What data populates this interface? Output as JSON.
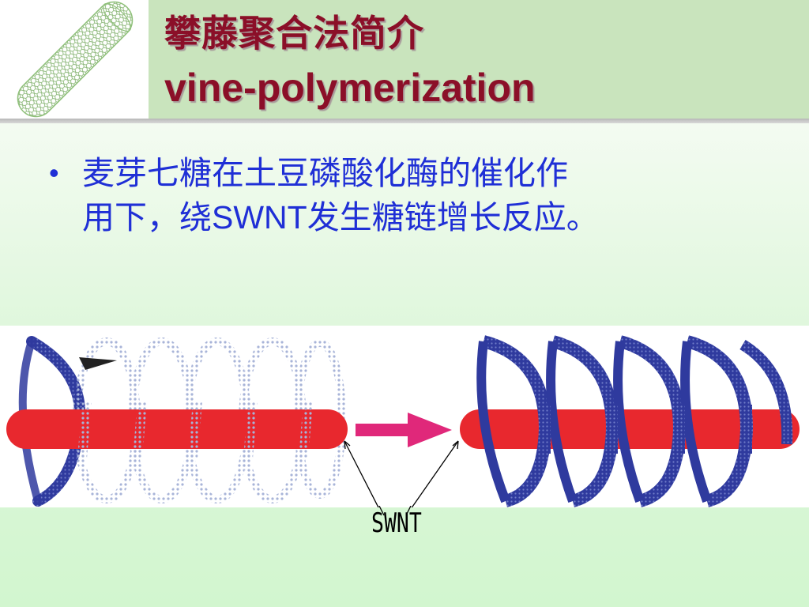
{
  "header": {
    "title_zh": "攀藤聚合法简介",
    "title_en": "vine-polymerization",
    "bg_color": "#c9e4bd",
    "title_color": "#8b0f28",
    "logo_icon": "carbon-nanotube-icon"
  },
  "content": {
    "bullet_marker": "•",
    "bullet_line_1": "麦芽七糖在土豆磷酸化酶的催化作",
    "bullet_line_2": "用下，绕SWNT发生糖链增长反应。",
    "text_color": "#1f2fd6"
  },
  "figure": {
    "label": "SWNT",
    "nanotube_color": "#e8282e",
    "helix_color": "#2f3a9e",
    "dotted_helix_color": "#a8b4d8",
    "reaction_arrow_color": "#e0287a"
  }
}
